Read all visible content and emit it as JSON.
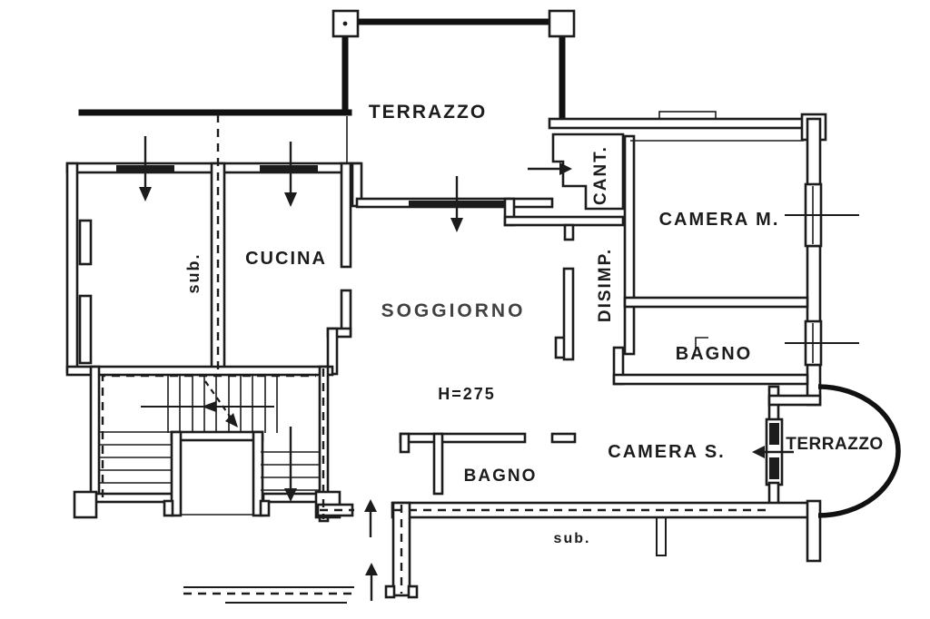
{
  "plan": {
    "colors": {
      "ink": "#1c1c1c",
      "paper": "#ffffff",
      "faded_ink": "#414141"
    },
    "labels": {
      "terrazzo_top": "TERRAZZO",
      "cant": "CANT.",
      "camera_m": "CAMERA M.",
      "cucina": "CUCINA",
      "sub_left": "sub.",
      "soggiorno": "SOGGIORNO",
      "disimp": "DISIMP.",
      "bagno_right": "BAGNO",
      "ceiling_height": "H=275",
      "camera_s": "CAMERA S.",
      "terrazzo_right": "TERRAZZO",
      "bagno_bottom": "BAGNO",
      "sub_bottom": "sub."
    }
  }
}
